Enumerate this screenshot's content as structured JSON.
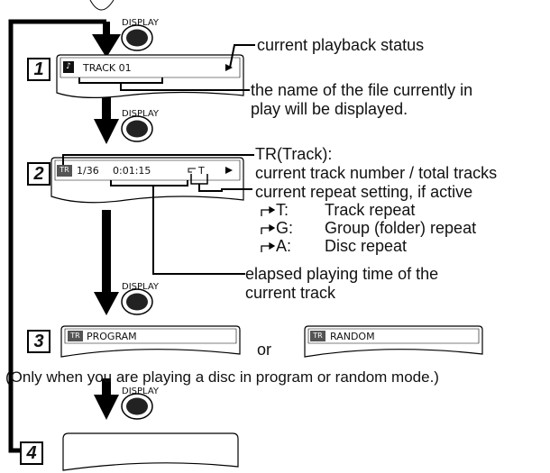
{
  "display_label": "DISPLAY",
  "steps": [
    "1",
    "2",
    "3",
    "4"
  ],
  "screen1": {
    "text": "TRACK 01"
  },
  "screen2": {
    "track": "1/36",
    "time": "0:01:15",
    "repeat": "T"
  },
  "screen3": {
    "program": "PROGRAM",
    "or": "or",
    "random": "RANDOM"
  },
  "tr_badge": "TR",
  "labels": {
    "status": "current playback status",
    "filename_1": "the name of the file currently in",
    "filename_2": "play will be displayed.",
    "tr_1": "TR(Track):",
    "tr_2": "current track number / total tracks",
    "repeat": "current repeat setting, if active",
    "repeat_items": [
      {
        "code": "T:",
        "desc": "Track repeat"
      },
      {
        "code": "G:",
        "desc": "Group (folder) repeat"
      },
      {
        "code": "A:",
        "desc": "Disc repeat"
      }
    ],
    "elapsed_1": "elapsed playing time of the",
    "elapsed_2": "current track"
  },
  "note": "(Only when you are playing a disc in program or random mode.)"
}
